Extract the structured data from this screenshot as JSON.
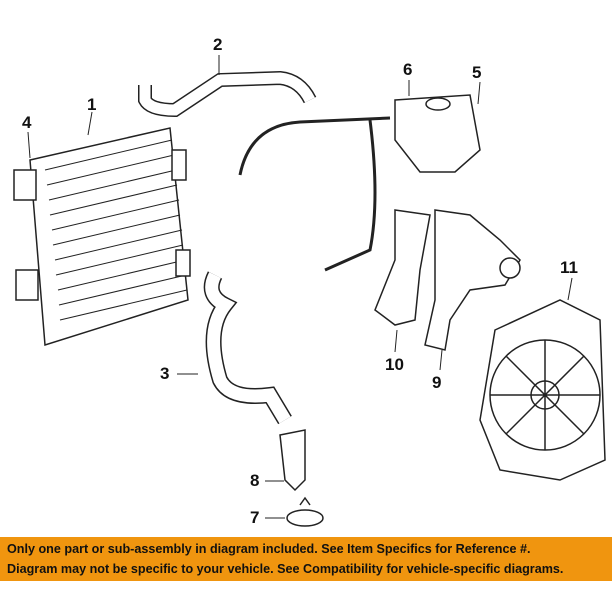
{
  "callouts": [
    "1",
    "2",
    "3",
    "4",
    "5",
    "6",
    "7",
    "8",
    "9",
    "10",
    "11"
  ],
  "parts": [
    "radiator",
    "upper-hose",
    "lower-hose",
    "radiator-bracket",
    "reservoir-hose",
    "coolant-reservoir",
    "thermostat",
    "thermostat-housing",
    "water-pump",
    "pump-gasket",
    "cooling-fan"
  ],
  "banner": {
    "line1": "Only one part or sub-assembly in diagram included. See Item Specifics for Reference #.",
    "line2": "Diagram may not be specific to your vehicle. See Compatibility for vehicle-specific diagrams.",
    "color": "#f0950f"
  }
}
